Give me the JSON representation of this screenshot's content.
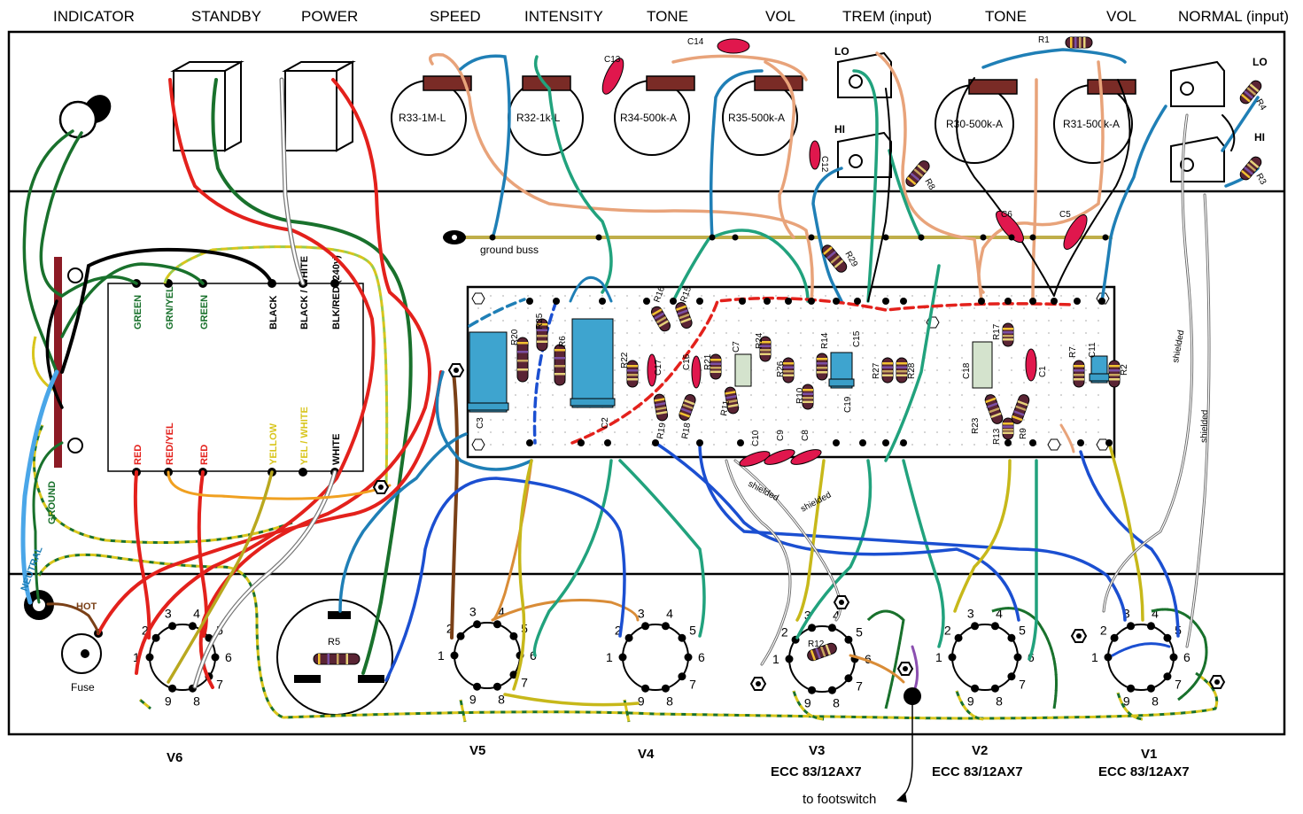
{
  "headers": {
    "indicator": "INDICATOR",
    "standby": "STANDBY",
    "power": "POWER",
    "speed": "SPEED",
    "intensity": "INTENSITY",
    "tone1": "TONE",
    "vol1": "VOL",
    "trem": "TREM (input)",
    "tone2": "TONE",
    "vol2": "VOL",
    "normal": "NORMAL (input)"
  },
  "pots": {
    "r33": "R33-1M-L",
    "r32": "R32-1k-L",
    "r34": "R34-500k-A",
    "r35": "R35-500k-A",
    "r30": "R30-500k-A",
    "r31": "R31-500k-A"
  },
  "jacks": {
    "lo": "LO",
    "hi": "HI"
  },
  "caps": {
    "c13": "C13",
    "c14": "C14",
    "c12": "C12",
    "c6": "C6",
    "c5": "C5",
    "c3": "C3",
    "c2": "C2",
    "c17": "C17",
    "c16": "C16",
    "c7": "C7",
    "c15": "C15",
    "c19": "C19",
    "c10": "C10",
    "c9": "C9",
    "c8": "C8",
    "c18": "C18",
    "c1": "C1",
    "c11": "C11"
  },
  "resistors": {
    "r1": "R1",
    "r8": "R8",
    "r4": "R4",
    "r3": "R3",
    "r29": "R29",
    "r20": "R20",
    "r25": "R25",
    "r6": "R6",
    "r22": "R22",
    "r16": "R16",
    "r15": "R15",
    "r19": "R19",
    "r18": "R18",
    "r21": "R21",
    "r11": "R11",
    "r24": "R24",
    "r26": "R26",
    "r10": "R10",
    "r14": "R14",
    "r27": "R27",
    "r28": "R28",
    "r17": "R17",
    "r23": "R23",
    "r13": "R13",
    "r9": "R9",
    "r7": "R7",
    "r2": "R2",
    "r5": "R5",
    "r12": "R12"
  },
  "ground_buss": "ground buss",
  "transformer_top": [
    "GREEN",
    "GRN/YEL",
    "GREEN",
    "BLACK",
    "BLACK / WHITE",
    "BLK/RED (240v)"
  ],
  "transformer_bottom": [
    "RED",
    "RED/YEL",
    "RED",
    "YELLOW",
    "YEL / WHITE",
    "WHITE"
  ],
  "mains": {
    "neutral": "NEUTRAL",
    "ground": "GROUND",
    "hot": "HOT",
    "fuse": "Fuse"
  },
  "shielded": "shielded",
  "tubes": [
    {
      "name": "V6",
      "type": ""
    },
    {
      "name": "V5",
      "type": ""
    },
    {
      "name": "V4",
      "type": ""
    },
    {
      "name": "V3",
      "type": "ECC 83/12AX7"
    },
    {
      "name": "V2",
      "type": "ECC 83/12AX7"
    },
    {
      "name": "V1",
      "type": "ECC 83/12AX7"
    }
  ],
  "pins": [
    "1",
    "2",
    "3",
    "4",
    "5",
    "6",
    "7",
    "8",
    "9"
  ],
  "footswitch": "to footswitch",
  "colors": {
    "red": "#e3211c",
    "green": "#19712c",
    "teal": "#21a27d",
    "blue": "#1f7fb6",
    "dblue": "#1b4fd1",
    "yellow": "#d8c51c",
    "orange": "#e8a37a",
    "brown": "#7a4017",
    "black": "#000000",
    "cap_red": "#e0174d",
    "cap_blue": "#3ea4cf",
    "res_body": "#5a2434"
  }
}
